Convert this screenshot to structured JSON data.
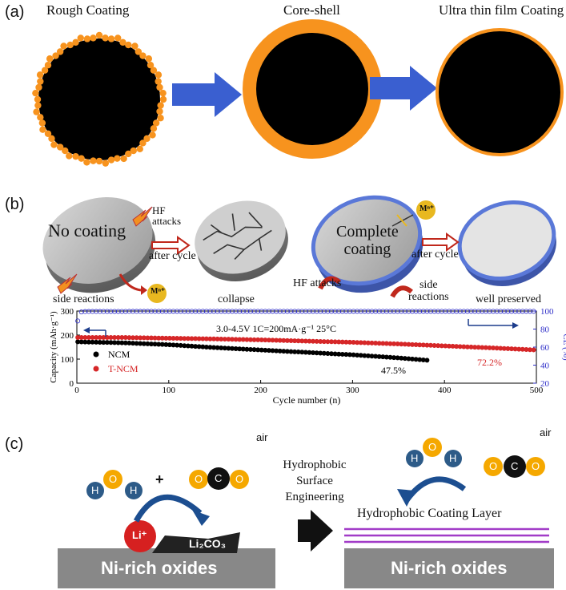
{
  "panel_a": {
    "label": "(a)",
    "titles": [
      "Rough Coating",
      "Core-shell",
      "Ultra thin film Coating"
    ],
    "colors": {
      "core": "#000000",
      "coating": "#f7931e",
      "arrow": "#3a5fd0"
    }
  },
  "panel_b": {
    "label": "(b)",
    "no_coating": "No coating",
    "hf_attacks_top": "HF\nattacks",
    "after_cycle_1": "after cycle",
    "side_reactions_left": "side reactions",
    "mn_left": "Mⁿ⁺",
    "collapse": "collapse",
    "complete_coating": "Complete\ncoating",
    "mn_right": "Mⁿ⁺",
    "after_cycle_2": "after cycle",
    "hf_attacks_bottom": "HF attacks",
    "side_reactions_right": "side\nreactions",
    "well_preserved": "well preserved"
  },
  "chart_data": {
    "type": "scatter",
    "annotation": "3.0-4.5V   1C=200mA·g⁻¹   25°C",
    "xlabel": "Cycle number (n)",
    "ylabel": "Capacity (mAh·g⁻¹)",
    "y2label": "CE (%)",
    "xlim": [
      0,
      500
    ],
    "ylim": [
      0,
      300
    ],
    "y2lim": [
      20,
      100
    ],
    "xticks": [
      "0",
      "100",
      "200",
      "300",
      "400",
      "500"
    ],
    "yticks": [
      "0",
      "100",
      "200",
      "300"
    ],
    "y2ticks": [
      "20",
      "40",
      "60",
      "80",
      "100"
    ],
    "series": [
      {
        "name": "NCM",
        "color": "#000000",
        "x": [
          1,
          50,
          100,
          150,
          200,
          250,
          300,
          350,
          382
        ],
        "y": [
          172,
          168,
          160,
          148,
          138,
          128,
          118,
          105,
          95
        ]
      },
      {
        "name": "T-NCM",
        "color": "#d62728",
        "x": [
          1,
          50,
          100,
          150,
          200,
          250,
          300,
          350,
          400,
          450,
          500
        ],
        "y": [
          190,
          190,
          187,
          184,
          180,
          175,
          170,
          163,
          155,
          147,
          138
        ]
      },
      {
        "name": "CE",
        "color": "#2d2dc8",
        "axis": "right",
        "x": [
          1,
          2,
          5,
          10,
          50,
          100,
          200,
          300,
          400,
          500
        ],
        "y": [
          89,
          97,
          99,
          99.5,
          99.6,
          99.7,
          99.7,
          99.7,
          99.7,
          99.7
        ]
      }
    ],
    "retention_ncm": "47.5%",
    "retention_tncm": "72.2%"
  },
  "panel_c": {
    "label": "(c)",
    "air_left": "air",
    "air_right": "air",
    "h": "H",
    "o": "O",
    "c": "C",
    "plus": "+",
    "li": "Li⁺",
    "li2co3": "Li₂CO₃",
    "hydrophobic_engineering": "Hydrophobic\nSurface\nEngineering",
    "coating_layer": "Hydrophobic Coating Layer",
    "substrate_left": "Ni-rich oxides",
    "substrate_right": "Ni-rich oxides"
  }
}
